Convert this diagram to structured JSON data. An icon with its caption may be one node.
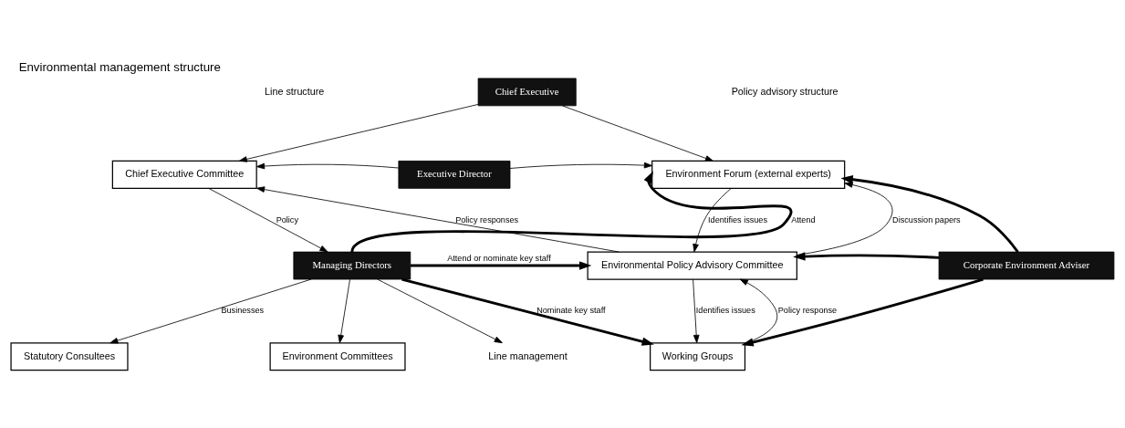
{
  "diagram": {
    "title": "Environmental management structure",
    "nodes": [
      {
        "text": [
          "Chief Executive"
        ]
      },
      {
        "text": [
          "Chief Executive Committee"
        ]
      },
      {
        "text": [
          "Executive Director"
        ]
      },
      {
        "text": [
          "Environment Forum (external experts)"
        ]
      },
      {
        "text": [
          "Managing Directors"
        ]
      },
      {
        "text": [
          "Environmental Policy Advisory Committee"
        ]
      },
      {
        "text": [
          "Corporate Environment Adviser"
        ]
      },
      {
        "text": [
          "Statutory Consultees"
        ]
      },
      {
        "text": [
          "Environment Committees"
        ]
      },
      {
        "text": [
          "Working Groups"
        ]
      },
      {
        "text": [
          "Line management"
        ]
      }
    ],
    "edges": [
      {
        "from": 0,
        "to": 1,
        "arrow": "to"
      },
      {
        "from": 0,
        "to": 3,
        "arrow": "to"
      },
      {
        "from": 2,
        "to": 1,
        "arrow": "to"
      },
      {
        "from": 2,
        "to": 3,
        "arrow": "to"
      },
      {
        "from": 5,
        "to": 1,
        "arrow": "to",
        "label": "Policy responses"
      },
      {
        "from": 1,
        "to": 4,
        "arrow": "to",
        "label": "Policy"
      },
      {
        "from": 4,
        "to": 3,
        "arrow": "to",
        "label": "Attend",
        "style": "thick"
      },
      {
        "from": 4,
        "to": 5,
        "arrow": "to",
        "label": "Attend or nominate key staff",
        "style": "thick"
      },
      {
        "from": 4,
        "to": 9,
        "arrow": "to",
        "label": "Nominate key staff",
        "style": "thick"
      },
      {
        "from": 4,
        "to": 7,
        "arrow": "to",
        "label": "Businesses"
      },
      {
        "from": 4,
        "to": 8,
        "arrow": "to"
      },
      {
        "from": 4,
        "to": 10,
        "arrow": "to"
      },
      {
        "from": 3,
        "to": 5,
        "arrow": "to",
        "label": "Identifies issues"
      },
      {
        "from": 5,
        "to": 3,
        "arrow": "to",
        "label": "Discussion papers"
      },
      {
        "from": 5,
        "to": 9,
        "arrow": "to",
        "label": "Identifies issues"
      },
      {
        "from": 9,
        "to": 5,
        "arrow": "to",
        "label": "Policy response"
      },
      {
        "from": 6,
        "to": 3,
        "arrow": "to",
        "style": "thick"
      },
      {
        "from": 6,
        "to": 5,
        "arrow": "to",
        "style": "thick"
      },
      {
        "from": 6,
        "to": 9,
        "arrow": "to",
        "style": "thick"
      }
    ],
    "labels": [
      "Line structure",
      "Policy advisory structure"
    ]
  }
}
